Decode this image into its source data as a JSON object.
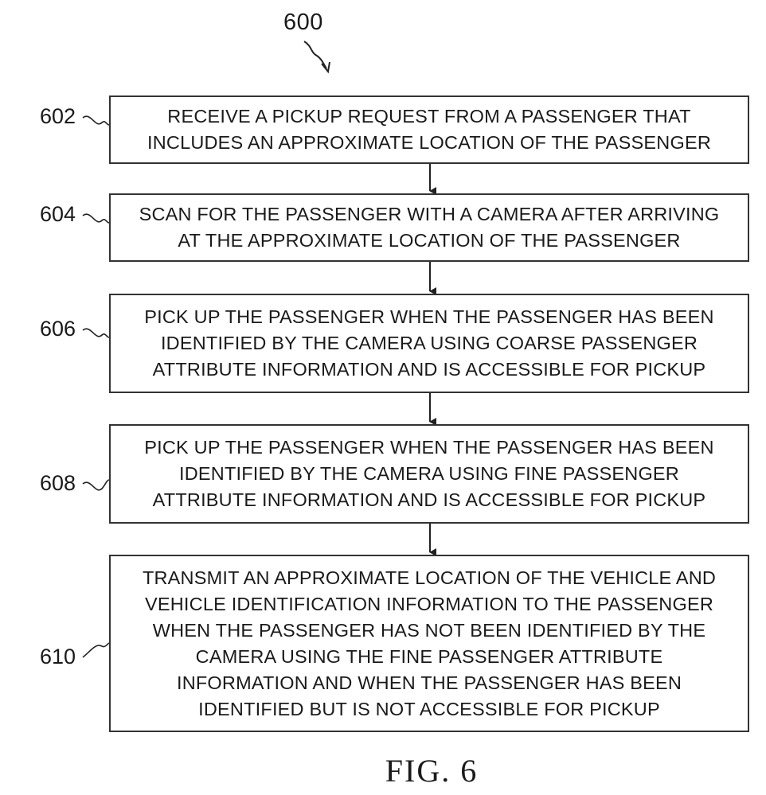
{
  "figure": {
    "number": "600",
    "caption": "FIG. 6"
  },
  "steps": [
    {
      "ref": "602",
      "text": "RECEIVE A PICKUP REQUEST FROM A PASSENGER THAT\nINCLUDES AN APPROXIMATE LOCATION OF THE PASSENGER"
    },
    {
      "ref": "604",
      "text": "SCAN FOR THE PASSENGER WITH A CAMERA AFTER ARRIVING\nAT THE APPROXIMATE LOCATION OF THE PASSENGER"
    },
    {
      "ref": "606",
      "text": "PICK UP THE PASSENGER WHEN THE PASSENGER HAS BEEN\nIDENTIFIED BY THE CAMERA USING COARSE PASSENGER\nATTRIBUTE INFORMATION AND IS ACCESSIBLE FOR PICKUP"
    },
    {
      "ref": "608",
      "text": "PICK UP THE PASSENGER WHEN THE PASSENGER HAS BEEN\nIDENTIFIED BY THE CAMERA USING FINE PASSENGER\nATTRIBUTE INFORMATION AND IS ACCESSIBLE FOR PICKUP"
    },
    {
      "ref": "610",
      "text": "TRANSMIT AN APPROXIMATE LOCATION OF THE VEHICLE AND\nVEHICLE IDENTIFICATION INFORMATION TO THE PASSENGER\nWHEN THE PASSENGER HAS NOT BEEN IDENTIFIED BY THE\nCAMERA USING THE FINE PASSENGER ATTRIBUTE\nINFORMATION AND WHEN THE PASSENGER HAS BEEN\nIDENTIFIED BUT IS NOT ACCESSIBLE FOR PICKUP"
    }
  ]
}
